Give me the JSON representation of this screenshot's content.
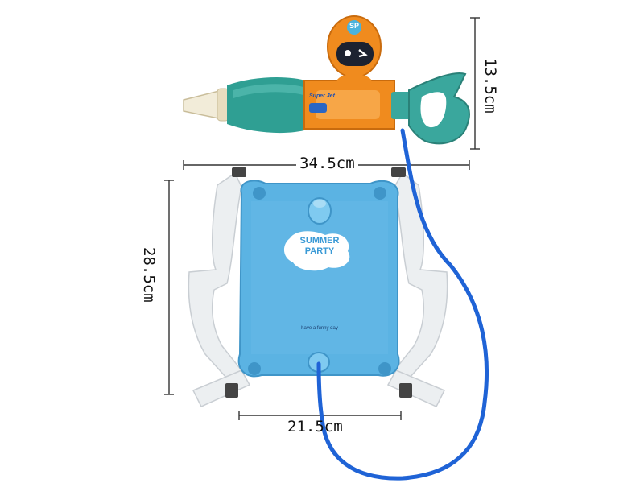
{
  "dimensions": {
    "gun_height": "13.5cm",
    "gun_length": "34.5cm",
    "bag_height": "28.5cm",
    "bag_width": "21.5cm"
  },
  "bag": {
    "logo_line1": "SUMMER",
    "logo_line2": "PARTY",
    "tagline": "have a funny day"
  },
  "gun": {
    "badge": "SP",
    "side_label": "Super Jet"
  },
  "colors": {
    "bag_blue": "#5bb3e3",
    "hose_blue": "#1f63d6",
    "gun_orange": "#f08b1e",
    "gun_teal": "#3aa79d",
    "strap": "#eceff1"
  }
}
